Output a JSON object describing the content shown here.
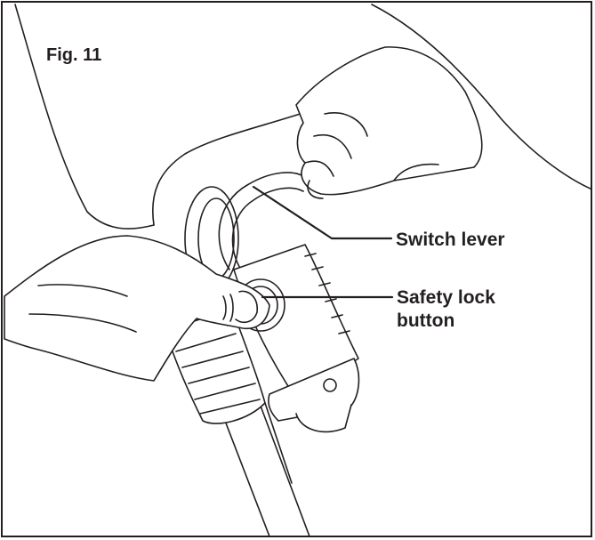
{
  "figure": {
    "title": "Fig. 11"
  },
  "callouts": {
    "switch_lever": "Switch lever",
    "safety_lock_line1": "Safety lock",
    "safety_lock_line2": "button"
  },
  "colors": {
    "ink": "#231f20",
    "background": "#ffffff"
  }
}
